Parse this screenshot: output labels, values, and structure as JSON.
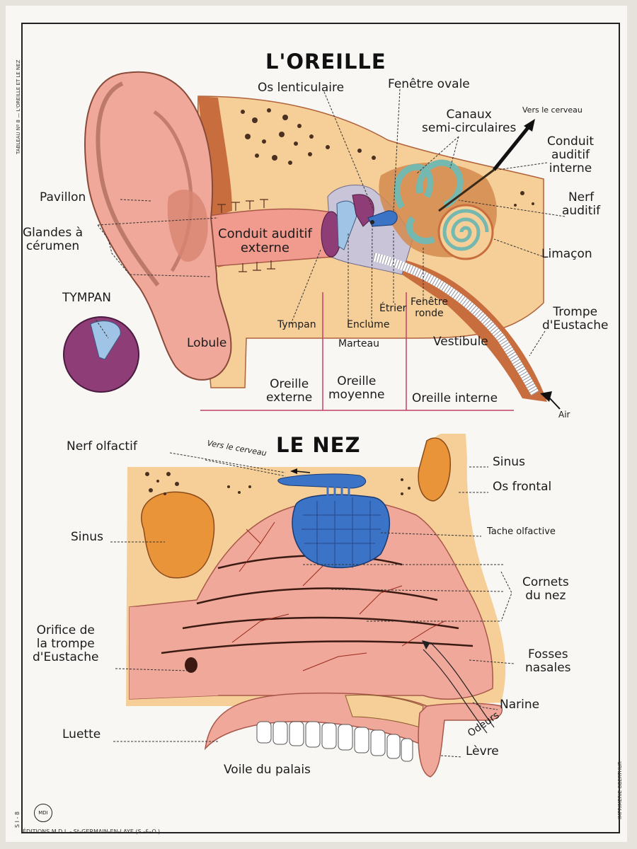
{
  "ear": {
    "title": "L'OREILLE",
    "labels": {
      "os_lenticulaire": "Os lenticulaire",
      "fenetre_ovale": "Fenêtre ovale",
      "canaux_1": "Canaux",
      "canaux_2": "semi-circulaires",
      "vers_cerveau": "Vers le cerveau",
      "conduit_interne_1": "Conduit",
      "conduit_interne_2": "auditif",
      "conduit_interne_3": "interne",
      "pavillon": "Pavillon",
      "nerf_auditif_1": "Nerf",
      "nerf_auditif_2": "auditif",
      "glandes_1": "Glandes à",
      "glandes_2": "cérumen",
      "conduit_externe_1": "Conduit auditif",
      "conduit_externe_2": "externe",
      "limacon": "Limaçon",
      "tympan_title": "TYMPAN",
      "trompe_1": "Trompe",
      "trompe_2": "d'Eustache",
      "etrier": "Étrier",
      "fenetre_ronde_1": "Fenêtre",
      "fenetre_ronde_2": "ronde",
      "tympan": "Tympan",
      "enclume": "Enclume",
      "marteau": "Marteau",
      "lobule": "Lobule",
      "vestibule": "Vestibule",
      "oreille_externe_1": "Oreille",
      "oreille_externe_2": "externe",
      "oreille_moyenne_1": "Oreille",
      "oreille_moyenne_2": "moyenne",
      "oreille_interne": "Oreille interne",
      "air": "Air"
    }
  },
  "nose": {
    "title": "LE NEZ",
    "labels": {
      "nerf_olfactif": "Nerf olfactif",
      "vers_cerveau": "Vers le cerveau",
      "sinus_right": "Sinus",
      "os_frontal": "Os frontal",
      "sinus_left": "Sinus",
      "tache_olfactive": "Tache olfactive",
      "cornets_1": "Cornets",
      "cornets_2": "du nez",
      "orifice_1": "Orifice de",
      "orifice_2": "la trompe",
      "orifice_3": "d'Eustache",
      "fosses_1": "Fosses",
      "fosses_2": "nasales",
      "narine": "Narine",
      "odeurs": "Odeurs",
      "luette": "Luette",
      "levre": "Lèvre",
      "voile": "Voile du palais"
    }
  },
  "footer": {
    "publisher": "ÉDITIONS M.D.I. - St-GERMAIN-EN-LAYE (S.-&-O.)",
    "code": "S I - 8",
    "margin_top": "TABLEAU Nº 8 — L'OREILLE ET LE NEZ",
    "margin_right": "IMPRIMERIE OBERTHUR",
    "logo": "MDI"
  },
  "colors": {
    "skin": "#f0a89a",
    "bone": "#f6cf98",
    "bone_dark": "#c86e3e",
    "sinus": "#e99438",
    "purple": "#8e3d77",
    "blue": "#3b73c6",
    "teal": "#74b8b0",
    "lilac": "#c9c4d8"
  }
}
